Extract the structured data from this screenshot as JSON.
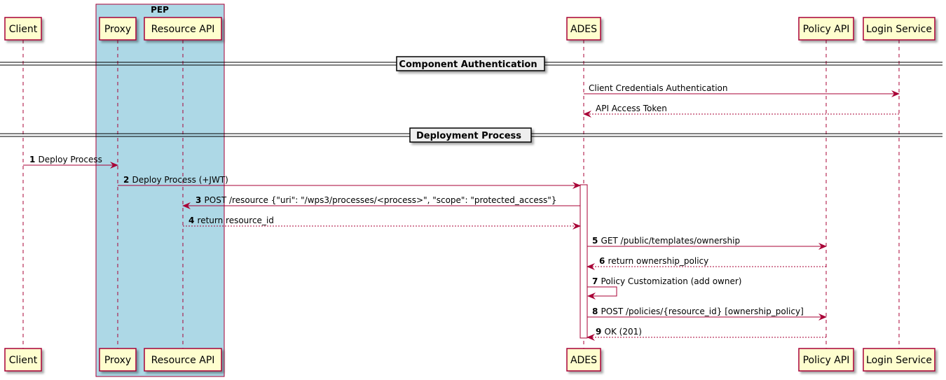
{
  "group": {
    "label": "PEP",
    "fill": "#ADD8E6",
    "border": "#A80036"
  },
  "participants": [
    {
      "id": "client",
      "label": "Client"
    },
    {
      "id": "proxy",
      "label": "Proxy"
    },
    {
      "id": "resource_api",
      "label": "Resource API"
    },
    {
      "id": "ades",
      "label": "ADES"
    },
    {
      "id": "policy_api",
      "label": "Policy API"
    },
    {
      "id": "login_service",
      "label": "Login Service"
    }
  ],
  "dividers": [
    {
      "id": "component_auth",
      "label": "Component Authentication"
    },
    {
      "id": "deployment",
      "label": "Deployment Process"
    }
  ],
  "messages": [
    {
      "id": "m_cc",
      "from": "ades",
      "to": "login_service",
      "number": "",
      "text": "Client Credentials Authentication",
      "style": "solid"
    },
    {
      "id": "m_tok",
      "from": "login_service",
      "to": "ades",
      "number": "",
      "text": "API Access Token",
      "style": "dashed"
    },
    {
      "id": "m1",
      "from": "client",
      "to": "proxy",
      "number": "1",
      "text": "Deploy Process",
      "style": "solid"
    },
    {
      "id": "m2",
      "from": "proxy",
      "to": "ades",
      "number": "2",
      "text": "Deploy Process (+JWT)",
      "style": "solid"
    },
    {
      "id": "m3",
      "from": "ades",
      "to": "resource_api",
      "number": "3",
      "text": "POST /resource {\"uri\": \"/wps3/processes/<process>\", \"scope\": \"protected_access\"}",
      "style": "solid"
    },
    {
      "id": "m4",
      "from": "resource_api",
      "to": "ades",
      "number": "4",
      "text": "return resource_id",
      "style": "dashed"
    },
    {
      "id": "m5",
      "from": "ades",
      "to": "policy_api",
      "number": "5",
      "text": "GET /public/templates/ownership",
      "style": "solid"
    },
    {
      "id": "m6",
      "from": "policy_api",
      "to": "ades",
      "number": "6",
      "text": "return ownership_policy",
      "style": "dashed"
    },
    {
      "id": "m7",
      "from": "ades",
      "to": "ades",
      "number": "7",
      "text": "Policy Customization (add owner)",
      "style": "self"
    },
    {
      "id": "m8",
      "from": "ades",
      "to": "policy_api",
      "number": "8",
      "text": "POST /policies/{resource_id} [ownership_policy]",
      "style": "solid"
    },
    {
      "id": "m9",
      "from": "policy_api",
      "to": "ades",
      "number": "9",
      "text": "OK (201)",
      "style": "dashed"
    }
  ],
  "colors": {
    "participant_fill": "#FEFECE",
    "participant_border": "#A80036",
    "arrow": "#A80036",
    "divider_fill": "#EEEEEE",
    "text": "#000000"
  }
}
